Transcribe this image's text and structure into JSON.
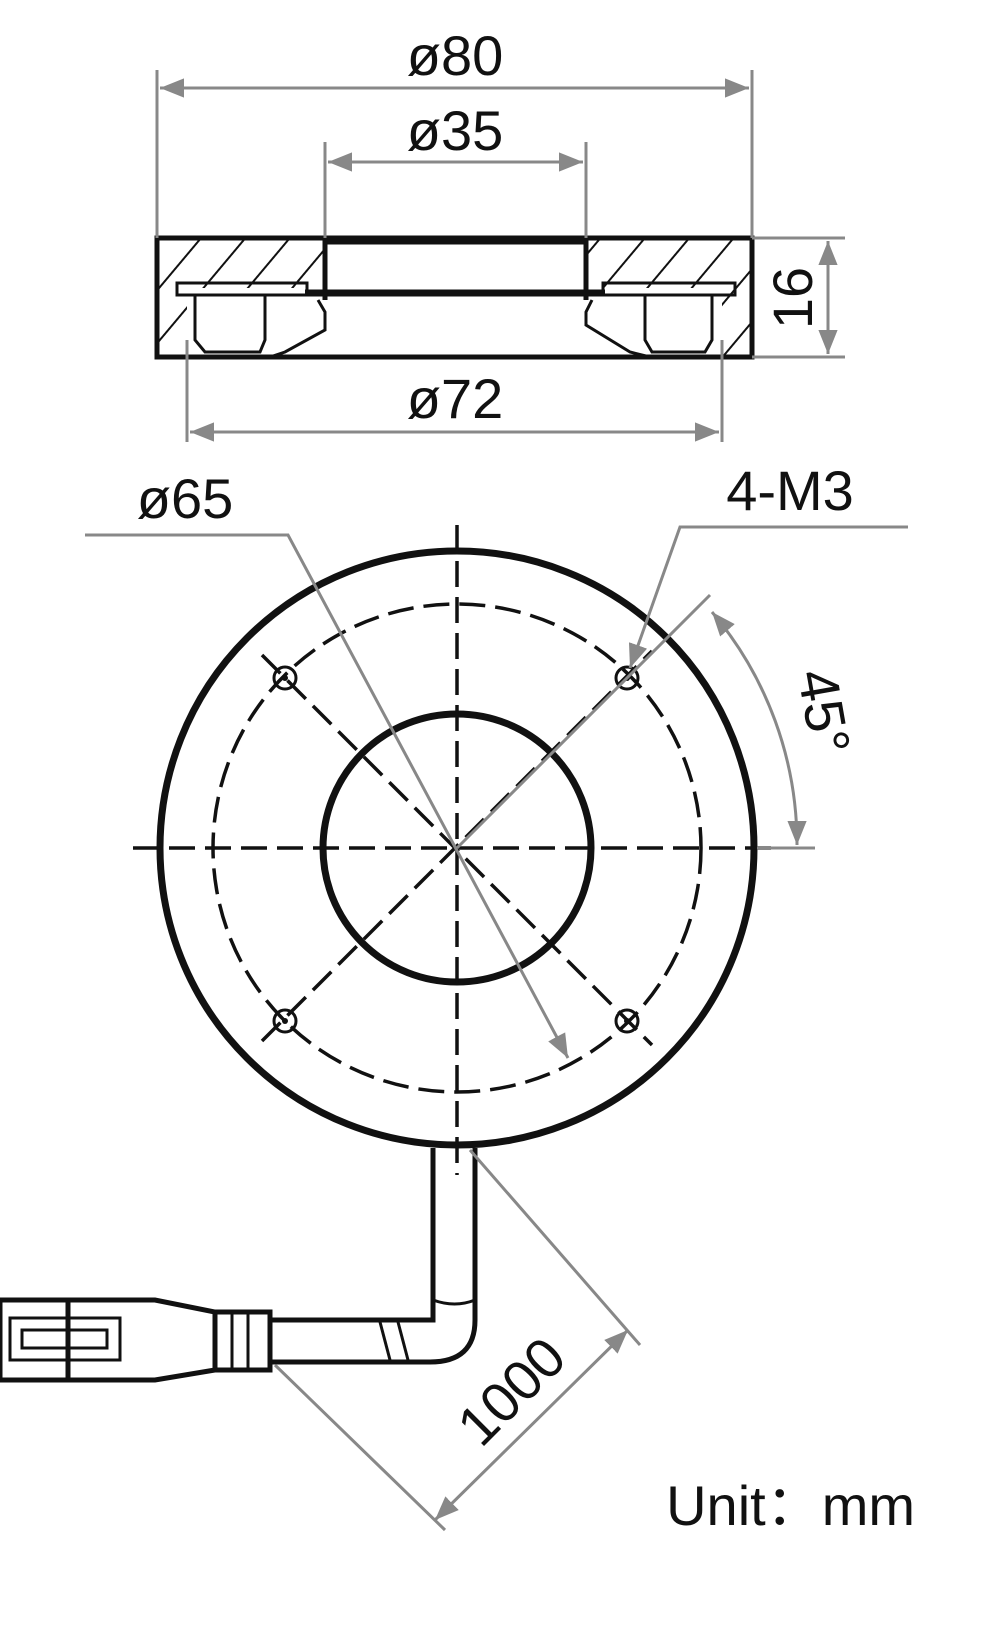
{
  "title": "Ring light dimension drawing",
  "dimensions": {
    "outer_diameter": "ø80",
    "inner_diameter": "ø35",
    "height": "16",
    "bottom_diameter": "ø72",
    "bolt_circle": "ø65",
    "holes": "4-M3",
    "angle": "45°",
    "cable_length": "1000"
  },
  "unit_label": "Unit：mm",
  "colors": {
    "line": "#111111",
    "dimension": "#888888"
  }
}
